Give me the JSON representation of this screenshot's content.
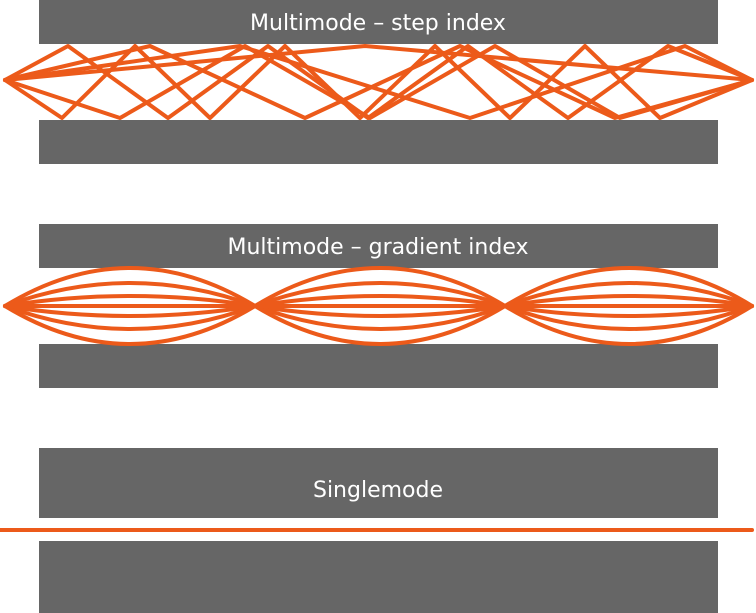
{
  "diagram": {
    "title": "",
    "colors": {
      "cladding": "#666666",
      "ray": "#ec5a1a",
      "label": "#ffffff",
      "background": "#ffffff"
    },
    "panels": [
      {
        "id": "step-index",
        "label": "Multimode – step index",
        "ray_pattern": "zigzag"
      },
      {
        "id": "gradient-index",
        "label": "Multimode – gradient index",
        "ray_pattern": "sinusoidal"
      },
      {
        "id": "singlemode",
        "label": "Singlemode",
        "ray_pattern": "straight"
      }
    ]
  }
}
